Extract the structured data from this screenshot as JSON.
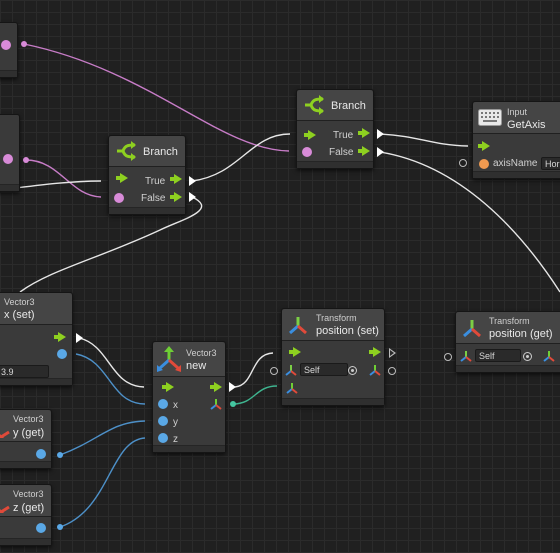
{
  "nodes": {
    "left_top": {},
    "left_mid": {},
    "branch1": {
      "title": "Branch",
      "true_label": "True",
      "false_label": "False"
    },
    "branch2": {
      "title": "Branch",
      "true_label": "True",
      "false_label": "False"
    },
    "input_getaxis": {
      "category": "Input",
      "title": "GetAxis",
      "port_label": "axisName",
      "field_value": "Hor"
    },
    "vec3_xset": {
      "category": "Vector3",
      "title": "x (set)",
      "field_value": "3.9"
    },
    "vec3_new": {
      "category": "Vector3",
      "title": "new",
      "x_label": "x",
      "y_label": "y",
      "z_label": "z"
    },
    "transform_set": {
      "category": "Transform",
      "title": "position (set)",
      "field_value": "Self"
    },
    "transform_get": {
      "category": "Transform",
      "title": "position (get)",
      "field_value": "Self"
    },
    "vec3_yget": {
      "category": "Vector3",
      "title": "y (get)"
    },
    "vec3_zget": {
      "category": "Vector3",
      "title": "z (get)"
    }
  },
  "colors": {
    "background": "#202020",
    "flow": "#8ed020",
    "boolean": "#d88bd8",
    "vector3": "#5aa8e6",
    "string": "#f09a50",
    "transform": "#44c6a0"
  },
  "icons": [
    "branch-icon",
    "keyboard-icon",
    "vector3-axis-icon",
    "transform-axis-icon",
    "flow-arrow-icon",
    "target-icon"
  ]
}
